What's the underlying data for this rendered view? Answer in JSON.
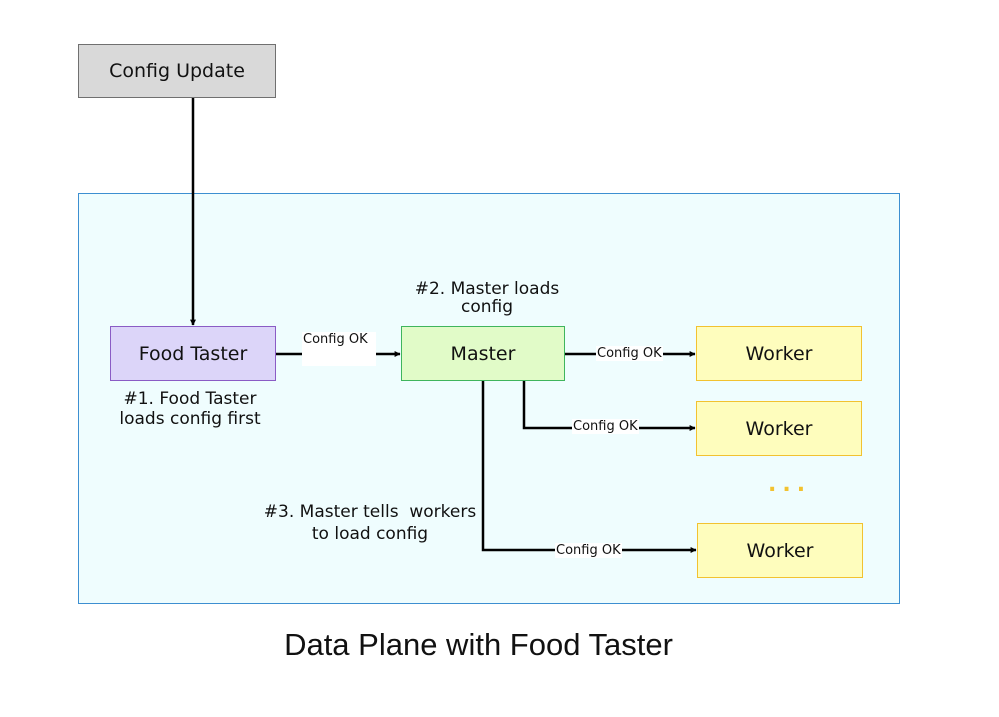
{
  "nodes": {
    "config_update": "Config Update",
    "food_taster": "Food Taster",
    "master": "Master",
    "workers": [
      "Worker",
      "Worker",
      "Worker"
    ]
  },
  "notes": {
    "step1": "#1. Food Taster\nloads config first",
    "step2": "#2. Master loads\nconfig",
    "step3": "#3. Master tells  workers\nto load config"
  },
  "edge_labels": {
    "food_taster_to_master": "Config OK",
    "master_to_worker_1": "Config OK",
    "master_to_worker_2": "Config OK",
    "master_to_worker_3": "Config OK"
  },
  "ellipsis": "...",
  "title": "Data Plane with Food Taster",
  "colors": {
    "container_fill": "#effdfe",
    "container_border": "#3d8fd1",
    "config_update_fill": "#d9d9d9",
    "food_taster_fill": "#dcd5f9",
    "food_taster_border": "#8a5cc5",
    "master_fill": "#e1fbc8",
    "master_border": "#3fb55d",
    "worker_fill": "#fefdbd",
    "worker_border": "#f2c230"
  }
}
